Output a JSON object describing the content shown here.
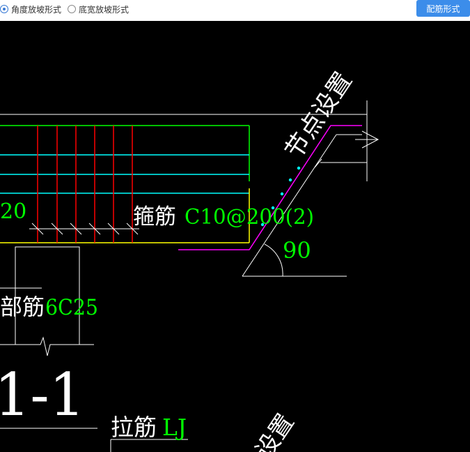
{
  "toolbar": {
    "radio_angle": "角度放坡形式",
    "radio_width": "底宽放坡形式",
    "selected": "angle",
    "button": "配筋形式"
  },
  "drawing": {
    "node_label": "节点设置",
    "stirrup_cn": "箍筋",
    "stirrup_spec": "C10@200(2)",
    "left_num": "20",
    "angle_value": "90",
    "bottom_bar_cn": "部筋",
    "bottom_bar_spec": "6C25",
    "section_label": "1-1",
    "tie_bar_cn": "拉筋",
    "tie_bar_spec": "LJ",
    "bottom_rotated": "设置"
  },
  "colors": {
    "background": "#000000",
    "white": "#ffffff",
    "green": "#00ff00",
    "cyan": "#00ffff",
    "red": "#ff0000",
    "yellow": "#ffff00",
    "magenta": "#ff00ff",
    "accent": "#3c8dea"
  }
}
